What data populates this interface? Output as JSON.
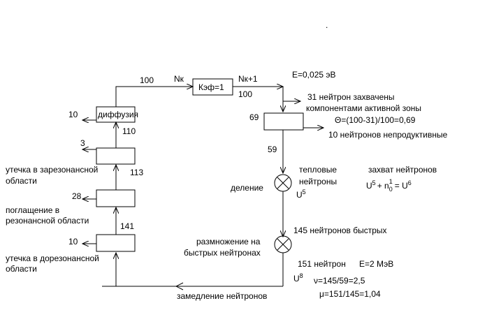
{
  "labels": {
    "dot": ".",
    "in_100": "100",
    "nk": "Nк",
    "keff": "Кэф=1",
    "nk1": "Nк+1",
    "out_100": "100",
    "energy_thermal": "E=0,025 эВ",
    "captured_31": "31 нейтрон захвачены",
    "captured_31_b": "компонентами активной зоны",
    "theta": "Θ=(100-31)/100=0,69",
    "unproductive": "10 нейтронов непродуктивные",
    "n69": "69",
    "n59": "59",
    "thermal_1": "тепловые",
    "thermal_2": "нейтроны",
    "capture_title": "захват нейтронов",
    "fission": "деление",
    "u5_a": "U",
    "u5_sup": "5",
    "fast145": "145 нейтронов быстрых",
    "mult_1": "размножение на",
    "mult_2": "быстрых нейтронах",
    "n151": "151 нейтрон",
    "energy_fast": "E=2 МэВ",
    "u8_a": "U",
    "u8_sup": "8",
    "nu": "ν=145/59=2,5",
    "mu": "μ=151/145=1,04",
    "moderation": "замедление нейтронов",
    "diffusion": "диффузия",
    "leak10_top": "10",
    "n110": "110",
    "n3": "3",
    "leak_epi_1": "утечка в зарезонансной",
    "leak_epi_2": "области",
    "n113": "113",
    "n28": "28",
    "res_abs_1": "поглащение в",
    "res_abs_2": "резонансной области",
    "n141": "141",
    "leak10_bot": "10",
    "leak_pre_1": "утечка в дорезонансной",
    "leak_pre_2": "области",
    "eq_u": "U",
    "eq_u_sup": "5",
    "eq_plus": "+ n",
    "eq_n_sub": "0",
    "eq_n_sup": "1",
    "eq_eq": "= U",
    "eq_r_sup": "6"
  }
}
